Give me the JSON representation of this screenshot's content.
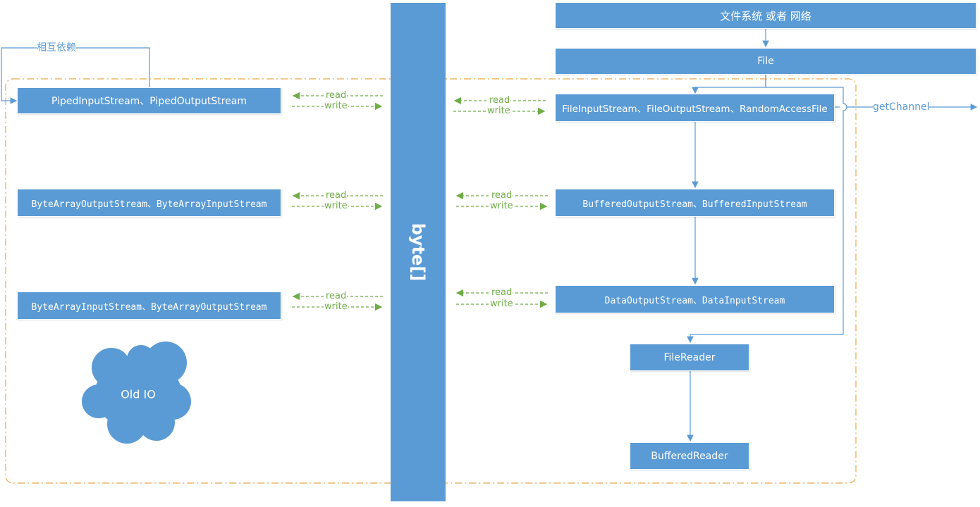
{
  "center_bar": {
    "label": "byte[]"
  },
  "left_group": {
    "mutual_label": "相互依赖",
    "boxes": [
      {
        "label": "PipedInputStream、PipedOutputStream"
      },
      {
        "label": "ByteArrayOutputStream、ByteArrayInputStream"
      },
      {
        "label": "ByteArrayInputStream、ByteArrayOutputStream"
      }
    ],
    "cloud_label": "Old IO"
  },
  "right_group": {
    "source_label": "文件系统 或者 网络",
    "file_label": "File",
    "boxes": [
      {
        "label": "FileInputStream、FileOutputStream、RandomAccessFile"
      },
      {
        "label": "BufferedOutputStream、BufferedInputStream"
      },
      {
        "label": "DataOutputStream、DataInputStream"
      }
    ],
    "reader_label": "FileReader",
    "buffered_reader_label": "BufferedReader",
    "channel_label": "getChannel"
  },
  "arrow_labels": {
    "read": "read",
    "write": "write"
  },
  "colors": {
    "box_fill": "#5b9bd5",
    "box_text": "#ffffff",
    "arrow_green": "#70ad47",
    "group_border": "#e8a64a",
    "connector_blue": "#5b9bd5"
  }
}
